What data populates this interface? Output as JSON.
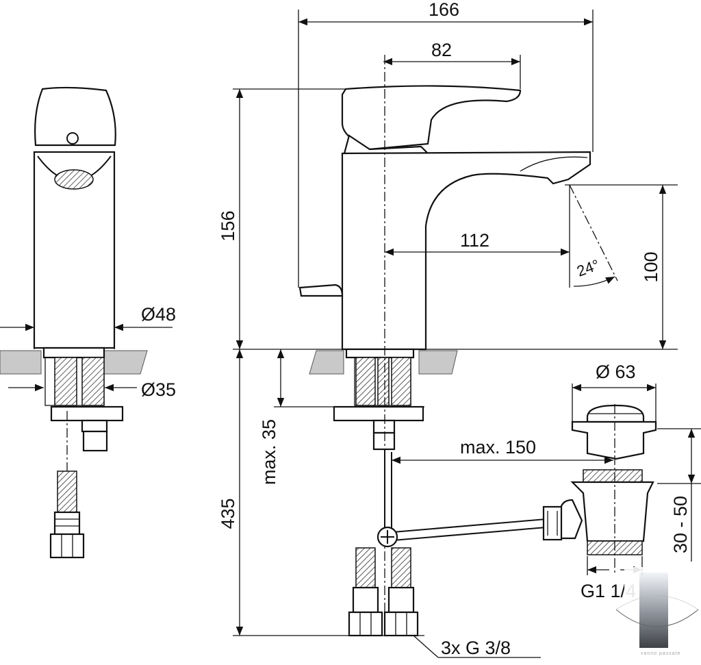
{
  "drawing": {
    "dimensions": {
      "total_width": "166",
      "handle_offset": "82",
      "total_height": "156",
      "spout_reach": "112",
      "spout_angle": "24°",
      "spout_height": "100",
      "body_diameter": "Ø48",
      "base_diameter": "Ø35",
      "mounting_depth": "435",
      "max_counter_thickness": "max. 35",
      "max_waste_offset": "max. 150",
      "waste_diameter": "Ø 63",
      "waste_adjust": "30 - 50",
      "waste_thread": "G1 1/4",
      "connection_thread": "3x G 3/8"
    },
    "watermark": {
      "text": "vanno passate"
    }
  }
}
